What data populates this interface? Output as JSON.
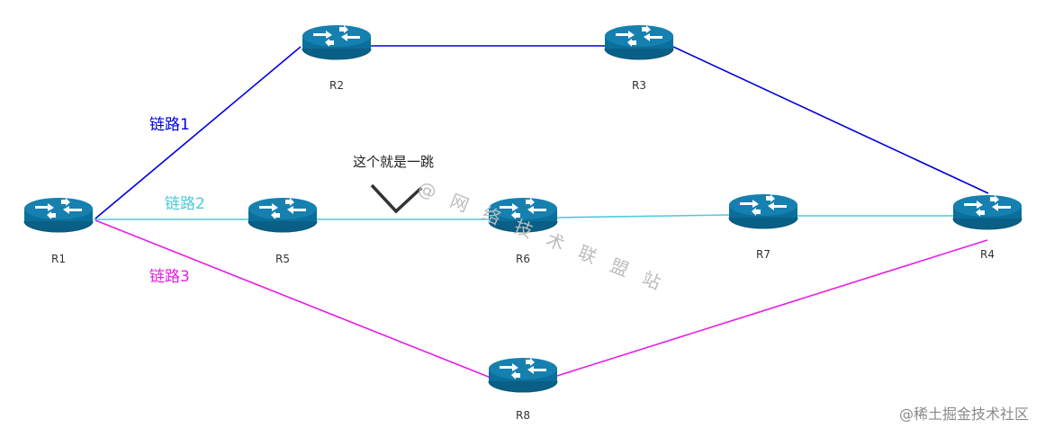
{
  "diagram": {
    "routers": [
      {
        "id": "r1",
        "label": "R1"
      },
      {
        "id": "r2",
        "label": "R2"
      },
      {
        "id": "r3",
        "label": "R3"
      },
      {
        "id": "r4",
        "label": "R4"
      },
      {
        "id": "r5",
        "label": "R5"
      },
      {
        "id": "r6",
        "label": "R6"
      },
      {
        "id": "r7",
        "label": "R7"
      },
      {
        "id": "r8",
        "label": "R8"
      }
    ],
    "links": [
      {
        "id": "link1",
        "label": "链路1",
        "color": "#0000dd",
        "path": [
          "R1",
          "R2",
          "R3",
          "R4"
        ]
      },
      {
        "id": "link2",
        "label": "链路2",
        "color": "#4ec9d8",
        "path": [
          "R1",
          "R5",
          "R6",
          "R7",
          "R4"
        ]
      },
      {
        "id": "link3",
        "label": "链路3",
        "color": "#e61ee6",
        "path": [
          "R1",
          "R8",
          "R4"
        ]
      }
    ],
    "annotation": "这个就是一跳",
    "router_color": "#0a6f9a",
    "watermark": "@ 网 络 技 术 联 盟 站",
    "credit": "@稀土掘金技术社区"
  }
}
